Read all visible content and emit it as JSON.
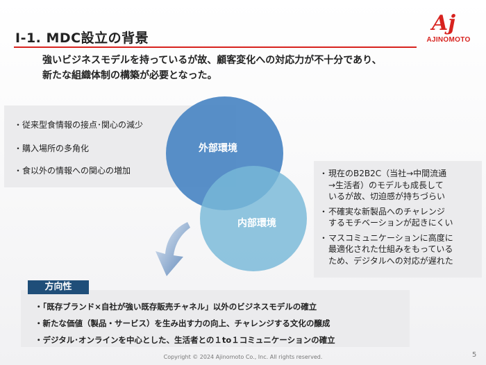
{
  "title": "Ⅰ-1. MDC設立の背景",
  "logo": {
    "mark": "Aj",
    "text": "AJINOMOTO"
  },
  "subtitle": [
    "強いビジネスモデルを持っているが故、顧客変化への対応力が不十分であり、",
    "新たな組織体制の構築が必要となった。"
  ],
  "external": {
    "label": "外部環境",
    "items": [
      "・従来型食情報の接点･関心の減少",
      "・購入場所の多角化",
      "・食以外の情報への関心の増加"
    ]
  },
  "internal": {
    "label": "内部環境",
    "items": [
      {
        "bullet": "・",
        "lines": [
          "現在のB2B2C（当社→中間流通",
          "→生活者）のモデルも成長して",
          "いるが故、切迫感が持ちづらい"
        ]
      },
      {
        "bullet": "・",
        "lines": [
          "不確実な新製品へのチャレンジ",
          "するモチベーションが起きにくい"
        ]
      },
      {
        "bullet": "・",
        "lines": [
          "マスコミュニケーションに高度に",
          "最適化された仕組みをもっている",
          "ため、デジタルへの対応が遅れた"
        ]
      }
    ]
  },
  "direction": {
    "label": "方向性",
    "items": [
      "・「既存ブランド×自社が強い既存販売チャネル」以外のビジネスモデルの確立",
      "・新たな価値（製品・サービス）を生み出す力の向上、チャレンジする文化の醸成",
      "・デジタル･オンラインを中心とした、生活者との１to１コミュニケーションの確立"
    ]
  },
  "footer": "Copyright © 2024 Ajinomoto Co., Inc. All rights reserved.",
  "page_number": "5",
  "colors": {
    "accent_red": "#d7221e",
    "circle_outer": "#4a86c3",
    "circle_inner": "#78b8d8",
    "tag_navy": "#1f4e79",
    "arrow": "#5d86b8"
  }
}
